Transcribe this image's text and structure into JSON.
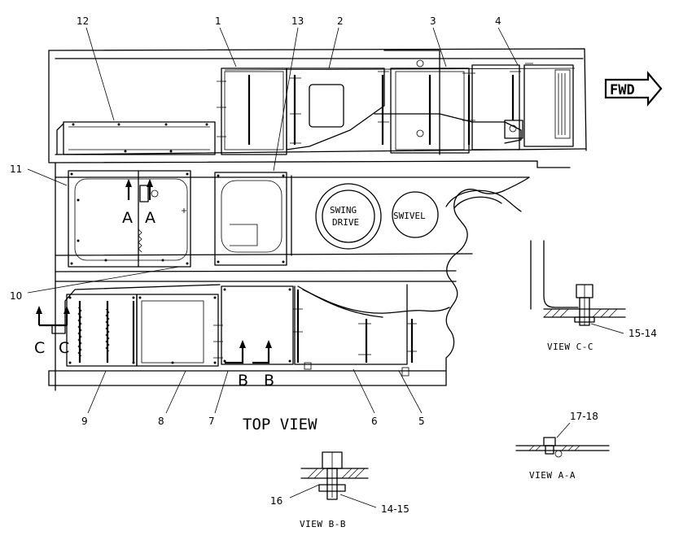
{
  "callouts": {
    "c1": "1",
    "c2": "2",
    "c3": "3",
    "c4": "4",
    "c5": "5",
    "c6": "6",
    "c7": "7",
    "c8": "8",
    "c9": "9",
    "c10": "10",
    "c11": "11",
    "c12": "12",
    "c13": "13",
    "c14_15": "14-15",
    "c15_14": "15-14",
    "c16": "16",
    "c17_18": "17-18"
  },
  "labels": {
    "fwd": "FWD",
    "swing_drive_line1": "SWING",
    "swing_drive_line2": "DRIVE",
    "swivel": "SWIVEL",
    "top_view": "TOP VIEW",
    "view_aa": "VIEW A-A",
    "view_bb": "VIEW B-B",
    "view_cc": "VIEW C-C"
  },
  "section_markers": {
    "a_left": "A",
    "a_right": "A",
    "b_left": "B",
    "b_right": "B",
    "c_left": "C",
    "c_right": "C"
  }
}
